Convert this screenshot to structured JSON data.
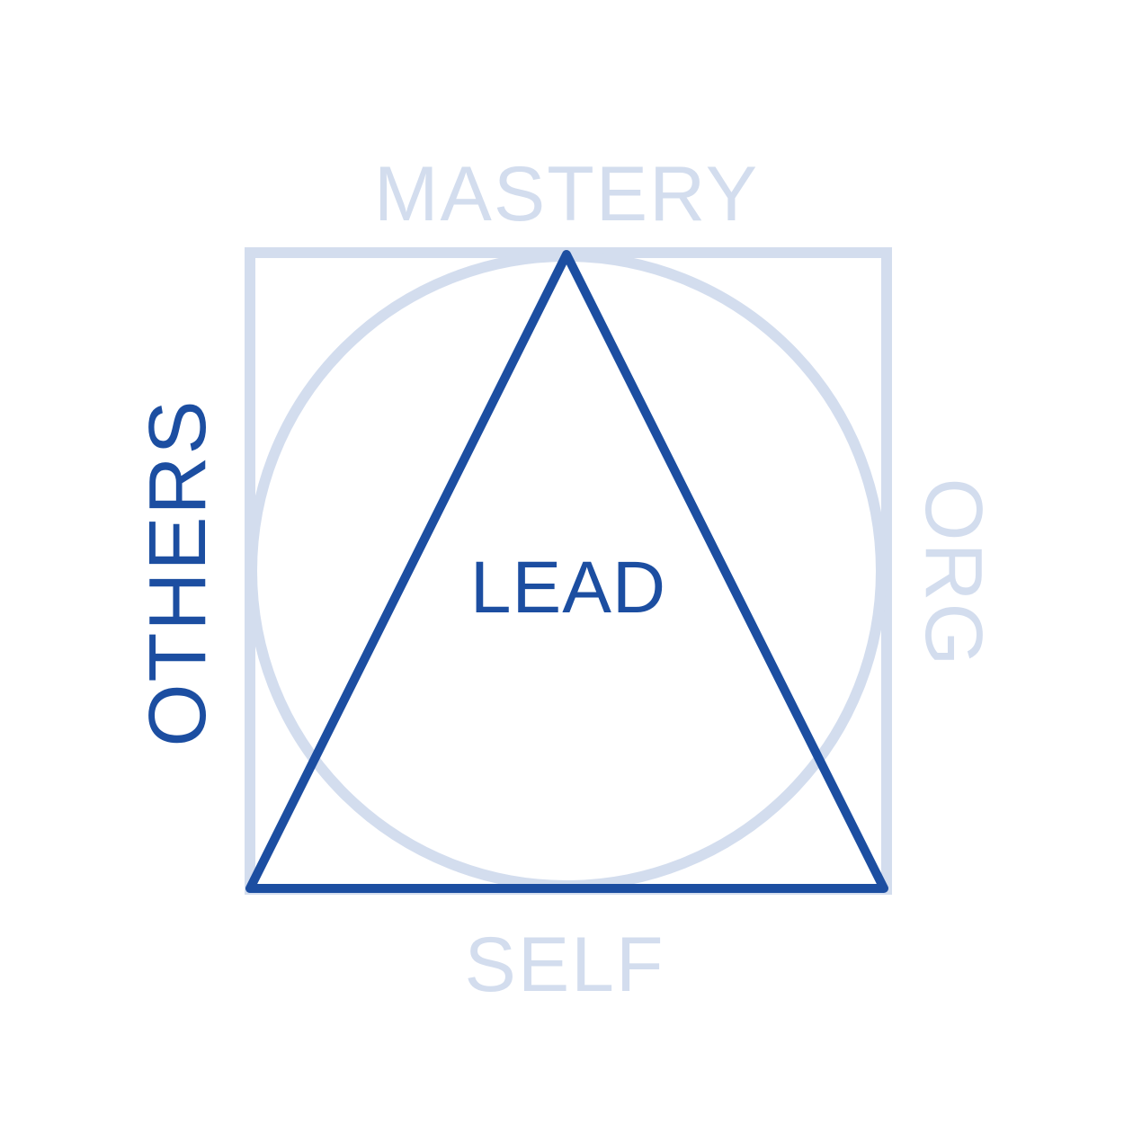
{
  "labels": {
    "top": "MASTERY",
    "left": "OTHERS",
    "right": "ORG",
    "bottom": "SELF",
    "center": "LEAD"
  },
  "colors": {
    "background": "#ffffff",
    "dark_blue": "#1c4ea1",
    "light_blue": "#d3ddee"
  }
}
